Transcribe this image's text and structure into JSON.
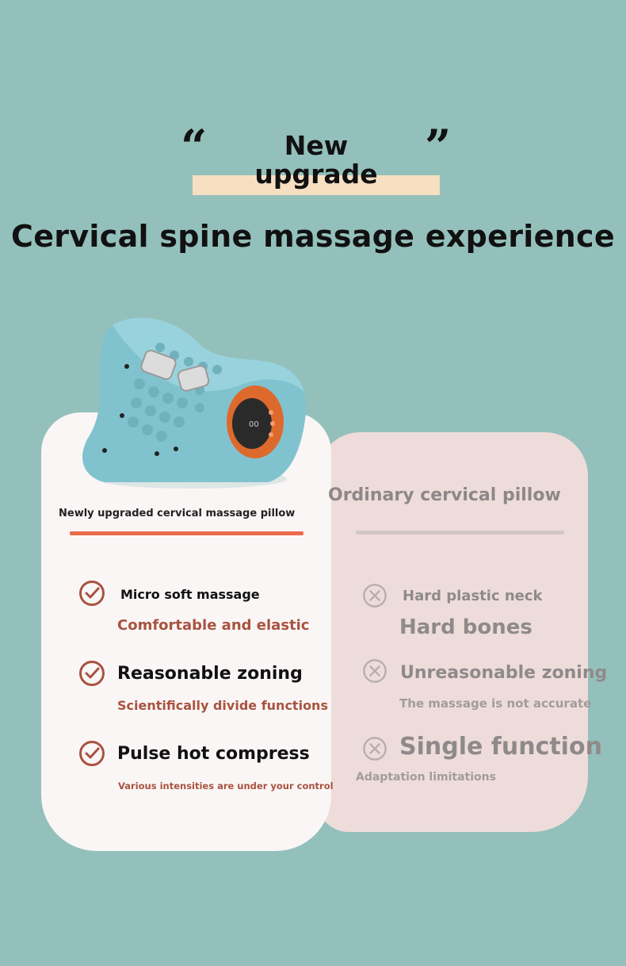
{
  "header": {
    "quote_open": "“",
    "quote_close": "”",
    "badge_line1": "New",
    "badge_line2": "upgrade",
    "headline": "Cervical spine massage experience"
  },
  "left_card": {
    "label": "Newly upgraded cervical massage pillow",
    "features": [
      {
        "title": "Micro soft massage",
        "subtitle": "Comfortable and elastic"
      },
      {
        "title": "Reasonable zoning",
        "subtitle": "Scientifically divide functions"
      },
      {
        "title": "Pulse hot compress",
        "subtitle": "Various intensities are under your control"
      }
    ]
  },
  "right_card": {
    "label": "Ordinary cervical pillow",
    "features": [
      {
        "title": "Hard plastic neck",
        "subtitle": "Hard bones"
      },
      {
        "title": "Unreasonable zoning",
        "subtitle": "The massage is not accurate"
      },
      {
        "title": "Single function",
        "subtitle": "Adaptation limitations"
      }
    ]
  },
  "colors": {
    "background": "#94c0bc",
    "accent_orange": "#ec6a4a",
    "check_icon": "#a8533f",
    "cross_icon": "#b7aeac",
    "highlight": "#f7dfc2"
  },
  "icons": {
    "check": "check-circle-icon",
    "cross": "cross-circle-icon"
  }
}
